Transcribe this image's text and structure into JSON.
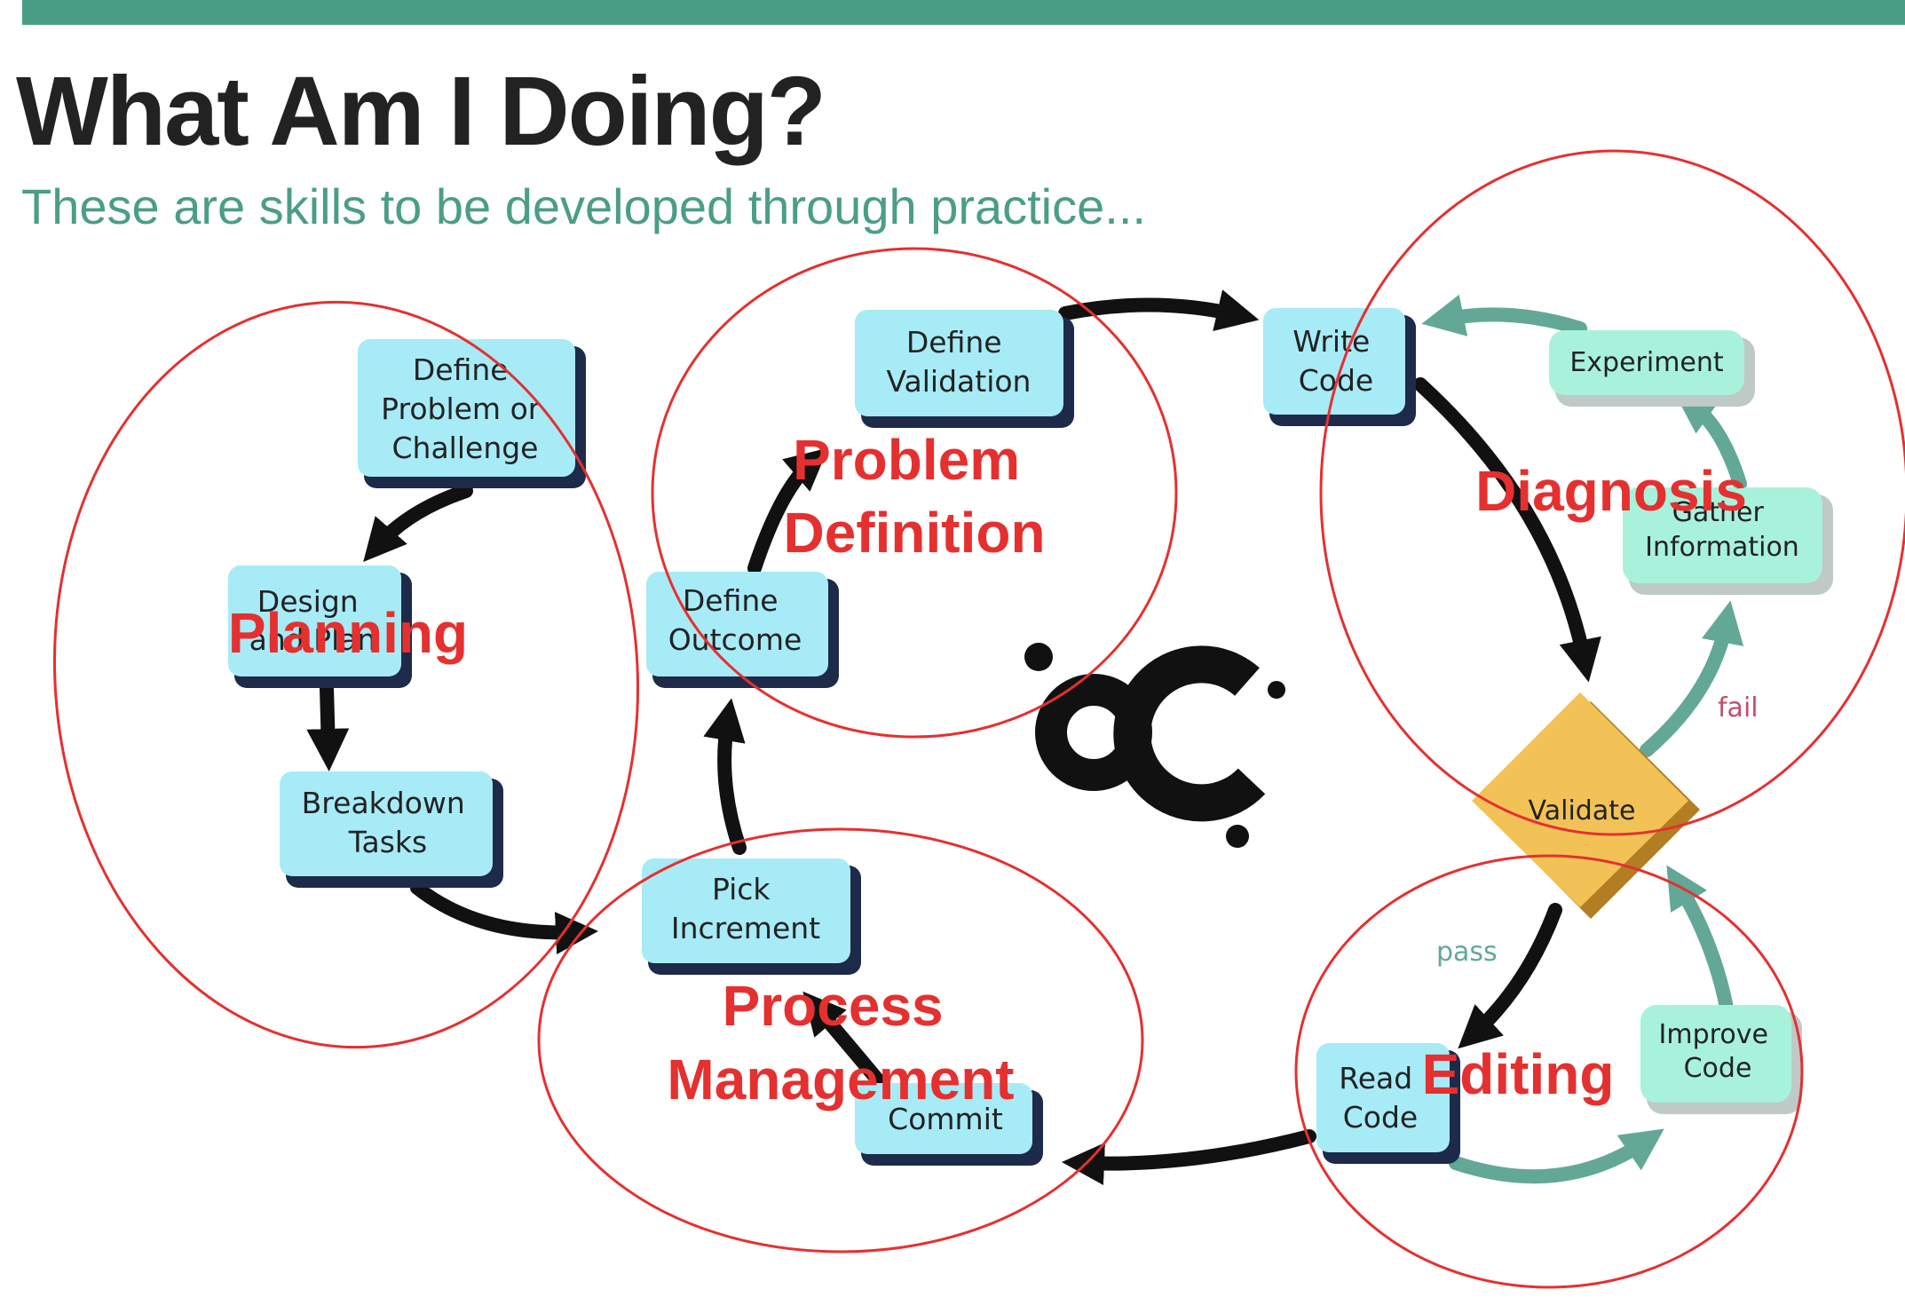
{
  "header": {
    "title": "What Am I Doing?",
    "subtitle": "These are skills to be developed through practice..."
  },
  "nodes": {
    "define_problem": [
      "Define",
      "Problem or",
      "Challenge"
    ],
    "design_plan": [
      "Design",
      "and Plan"
    ],
    "breakdown_tasks": [
      "Breakdown",
      "Tasks"
    ],
    "define_outcome": [
      "Define",
      "Outcome"
    ],
    "define_validation": [
      "Define",
      "Validation"
    ],
    "write_code": [
      "Write",
      "Code"
    ],
    "experiment": [
      "Experiment"
    ],
    "gather_information": [
      "Gather",
      "Information"
    ],
    "validate": [
      "Validate"
    ],
    "read_code": [
      "Read",
      "Code"
    ],
    "improve_code": [
      "Improve",
      "Code"
    ],
    "pick_increment": [
      "Pick",
      "Increment"
    ],
    "commit": [
      "Commit"
    ]
  },
  "edges": {
    "fail": "fail",
    "pass": "pass"
  },
  "regions": {
    "planning": [
      "Planning"
    ],
    "problem_definition": [
      "Problem",
      "Definition"
    ],
    "diagnosis": [
      "Diagnosis"
    ],
    "editing": [
      "Editing"
    ],
    "process_management": [
      "Process",
      "Management"
    ]
  },
  "colors": {
    "accent": "#4b9e86",
    "node_fill": "#a7ebf7",
    "node_light_fill": "#a8f2dc",
    "validate_fill": "#f2c257",
    "region_circle": "#e53030",
    "flow_arrow": "#111111",
    "feedback_arrow": "#63a896"
  }
}
